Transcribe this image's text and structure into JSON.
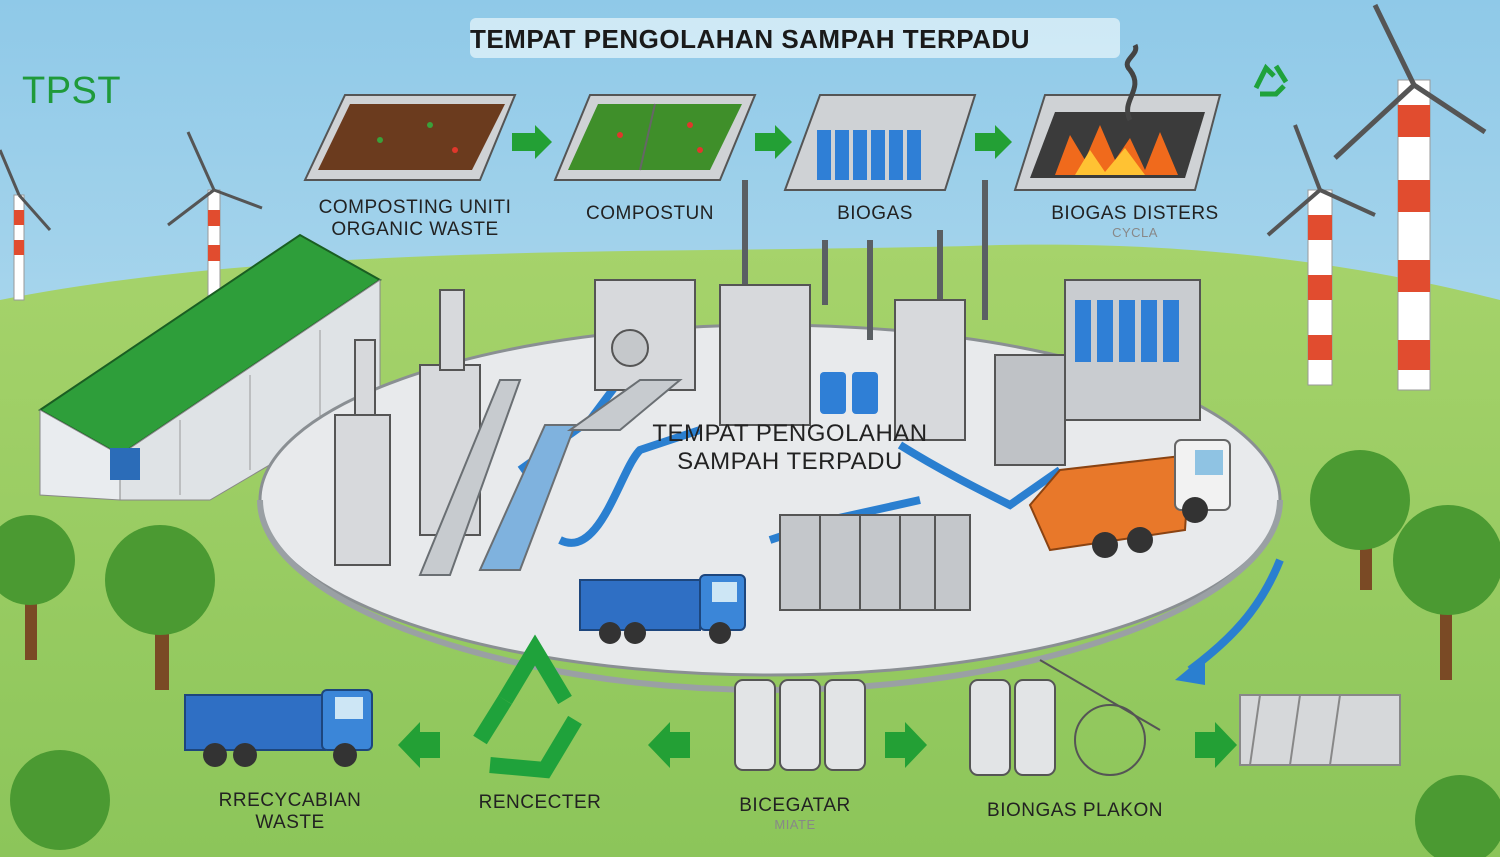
{
  "header": {
    "title": "TEMPAT PENGOLAHAN SAMPAH TERPADU",
    "brand": "TPST",
    "recycle_icon_color": "#1fa23b"
  },
  "top_process": [
    {
      "label_1": "COMPOSTING UNITI",
      "label_2": "ORGANIC WASTE"
    },
    {
      "label_1": "COMPOSTUN"
    },
    {
      "label_1": "BIOGAS"
    },
    {
      "label_1": "BIOGAS DISTERS",
      "label_2": "CYCLA"
    }
  ],
  "center_label": {
    "line_1": "TEMPAT PENGOLAHAN",
    "line_2": "SAMPAH TERPADU"
  },
  "bottom_process": [
    {
      "label_1": "RRECYCABIAN",
      "label_2": "WASTE"
    },
    {
      "label_1": "RENCECTER"
    },
    {
      "label_1": "BICEGATAR",
      "label_2": "MIATE"
    },
    {
      "label_1": "BIONGAS PLAKON"
    }
  ],
  "colors": {
    "sky": "#a9d6ec",
    "grass": "#92c95c",
    "roof": "#2e9e3a",
    "arrow": "#23a035",
    "pipe": "#2a7fd0",
    "truck_blue": "#2f6fc4",
    "truck_orange": "#e8782a"
  }
}
